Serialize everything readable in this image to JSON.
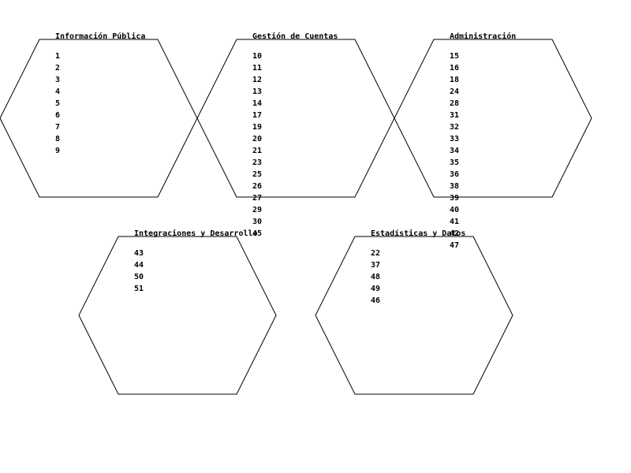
{
  "groups": [
    {
      "title": "Información Pública",
      "items": [
        "1",
        "2",
        "3",
        "4",
        "5",
        "6",
        "7",
        "8",
        "9"
      ]
    },
    {
      "title": "Gestión de Cuentas",
      "items": [
        "10",
        "11",
        "12",
        "13",
        "14",
        "17",
        "19",
        "20",
        "21",
        "23",
        "25",
        "26",
        "27",
        "29",
        "30",
        "45"
      ]
    },
    {
      "title": "Administración",
      "items": [
        "15",
        "16",
        "18",
        "24",
        "28",
        "31",
        "32",
        "33",
        "34",
        "35",
        "36",
        "38",
        "39",
        "40",
        "41",
        "42",
        "47"
      ]
    },
    {
      "title": "Integraciones y Desarrollo",
      "items": [
        "43",
        "44",
        "50",
        "51"
      ]
    },
    {
      "title": "Estadísticas y Datos",
      "items": [
        "22",
        "37",
        "48",
        "49",
        "46"
      ]
    }
  ]
}
